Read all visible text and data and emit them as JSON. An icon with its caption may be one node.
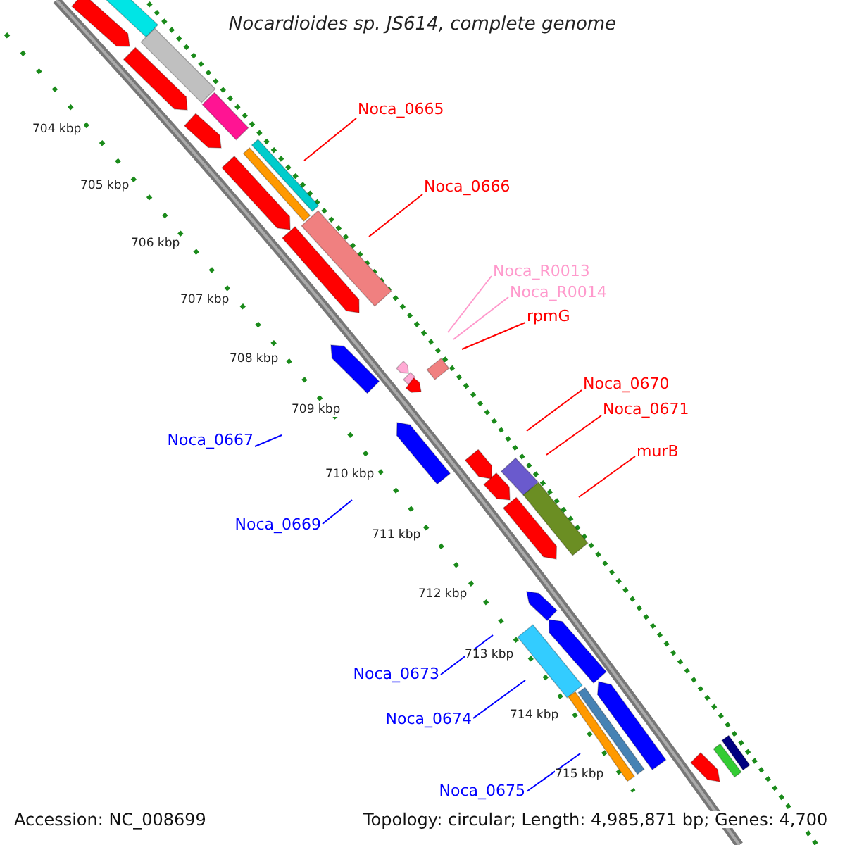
{
  "diagram": {
    "title": "Nocardioides sp. JS614, complete genome",
    "nodes": [
      {
        "text": [
          "Noca_0665"
        ]
      },
      {
        "text": [
          "Noca_0666"
        ]
      },
      {
        "text": [
          "Noca_R0013"
        ]
      },
      {
        "text": [
          "Noca_R0014"
        ]
      },
      {
        "text": [
          "rpmG"
        ]
      },
      {
        "text": [
          "Noca_0670"
        ]
      },
      {
        "text": [
          "Noca_0671"
        ]
      },
      {
        "text": [
          "Noca_0667"
        ]
      },
      {
        "text": [
          "murB"
        ]
      },
      {
        "text": [
          "Noca_0669"
        ]
      },
      {
        "text": [
          "Noca_0673"
        ]
      },
      {
        "text": [
          "Noca_0674"
        ]
      },
      {
        "text": [
          "Noca_0675"
        ]
      }
    ],
    "edges": [
      {
        "from": 0,
        "to": null,
        "arrow": "none"
      },
      {
        "from": 1,
        "to": null,
        "arrow": "none"
      },
      {
        "from": 2,
        "to": null,
        "arrow": "none",
        "color": "#ff99cc"
      },
      {
        "from": 3,
        "to": null,
        "arrow": "none",
        "color": "#ff99cc"
      },
      {
        "from": 4,
        "to": null,
        "arrow": "none"
      },
      {
        "from": 5,
        "to": null,
        "arrow": "none"
      },
      {
        "from": 6,
        "to": null,
        "arrow": "none"
      },
      {
        "from": 7,
        "to": null,
        "arrow": "none",
        "color": "#0000ff"
      },
      {
        "from": 8,
        "to": null,
        "arrow": "none"
      },
      {
        "from": 9,
        "to": null,
        "arrow": "none",
        "color": "#0000ff"
      },
      {
        "from": 10,
        "to": null,
        "arrow": "none",
        "color": "#0000ff"
      },
      {
        "from": 11,
        "to": null,
        "arrow": "none",
        "color": "#0000ff"
      },
      {
        "from": 12,
        "to": null,
        "arrow": "none",
        "color": "#0000ff"
      }
    ],
    "labels": [
      "704 kbp",
      "705 kbp",
      "706 kbp",
      "707 kbp",
      "708 kbp",
      "709 kbp",
      "710 kbp",
      "711 kbp",
      "712 kbp",
      "713 kbp",
      "714 kbp",
      "715 kbp",
      "Accession: NC_008699",
      "Topology: circular; Length: 4,985,871 bp; Genes: 4,700"
    ]
  }
}
